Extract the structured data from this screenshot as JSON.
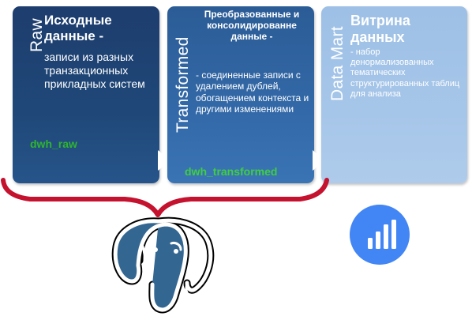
{
  "raw": {
    "stage": "Raw",
    "title": "Исходные данные -",
    "description": "записи из разных транзакционных прикладных систем",
    "schema": "dwh_raw"
  },
  "transformed": {
    "stage": "Transformed",
    "title": "Преобразованные и консолидированне данные -",
    "description": "- соединенные записи с удалением дублей, обогащением контекста и другими изменениями",
    "schema": "dwh_transformed"
  },
  "datamart": {
    "stage": "Data Mart",
    "title": "Витрина данных",
    "description": "- набор денормализованных тематических структурированных таблиц для анализа"
  },
  "colors": {
    "raw_box": "#1f4878",
    "transformed_box": "#3369a8",
    "datamart_box": "#a6c6e9",
    "brace": "#c4122f",
    "schema_text": "#2fb52f",
    "postgres_blue": "#336791",
    "analytics_blue": "#4285f4"
  },
  "icons": {
    "postgres": "postgresql-elephant-icon",
    "analytics": "bar-chart-icon"
  }
}
